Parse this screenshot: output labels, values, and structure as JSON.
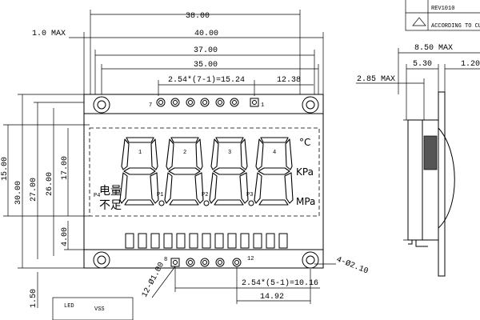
{
  "dimensions": {
    "top_overall": "38.00",
    "max_left": "1.0 MAX",
    "w40": "40.00",
    "w37": "37.00",
    "w35": "35.00",
    "pitch_top": "2.54*(7-1)=15.24",
    "d1238": "12.38",
    "h15": "15.00",
    "h30": "30.00",
    "h27": "27.00",
    "h26": "26.00",
    "h17": "17.00",
    "h400": "4.00",
    "h150": "1.50",
    "hole": "12-Ø1.00",
    "mount": "4-Ø2.10",
    "pitch_bot": "2.54*(5-1)=10.16",
    "d1492": "14.92",
    "side_850": "8.50 MAX",
    "side_530": "5.30",
    "side_120": "1.20",
    "side_285": "2.85 MAX"
  },
  "pins": {
    "top_first": "7",
    "top_last": "1",
    "bottom_first": "8",
    "bottom_last": "12"
  },
  "display": {
    "digit_labels": [
      "1",
      "2",
      "3",
      "4"
    ],
    "points": [
      "P1",
      "P2",
      "P3",
      "P4"
    ],
    "unit_celsius": "°C",
    "unit_kpa": "KPa",
    "unit_mpa": "MPa",
    "battery_line1": "电量",
    "battery_line2": "不足"
  },
  "title_block": {
    "rev": "REV1010",
    "note": "ACCORDING TO CUS"
  },
  "legend": {
    "led": "LED",
    "vss": "VSS"
  }
}
